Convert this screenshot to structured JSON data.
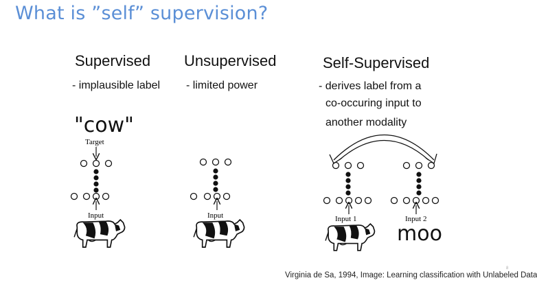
{
  "title": "What is ”self” supervision?",
  "columns": {
    "supervised": {
      "heading": "Supervised",
      "desc": "- implausible label",
      "label_word": "\"cow\""
    },
    "unsupervised": {
      "heading": "Unsupervised",
      "desc": "- limited power"
    },
    "self_supervised": {
      "heading": "Self-Supervised",
      "desc_lines": [
        "- derives label from a",
        "co-occuring input to",
        "another modality"
      ],
      "moo": "moo"
    }
  },
  "diagram_labels": {
    "target": "Target",
    "input": "Input",
    "input1": "Input  1",
    "input2": "Input  2"
  },
  "icons": [
    "cow-icon",
    "curved-double-arrow-icon",
    "neuron-node-icon"
  ],
  "citation": "Virginia de Sa, 1994, Image: Learning classification with Unlabeled Data",
  "page_number": "8"
}
